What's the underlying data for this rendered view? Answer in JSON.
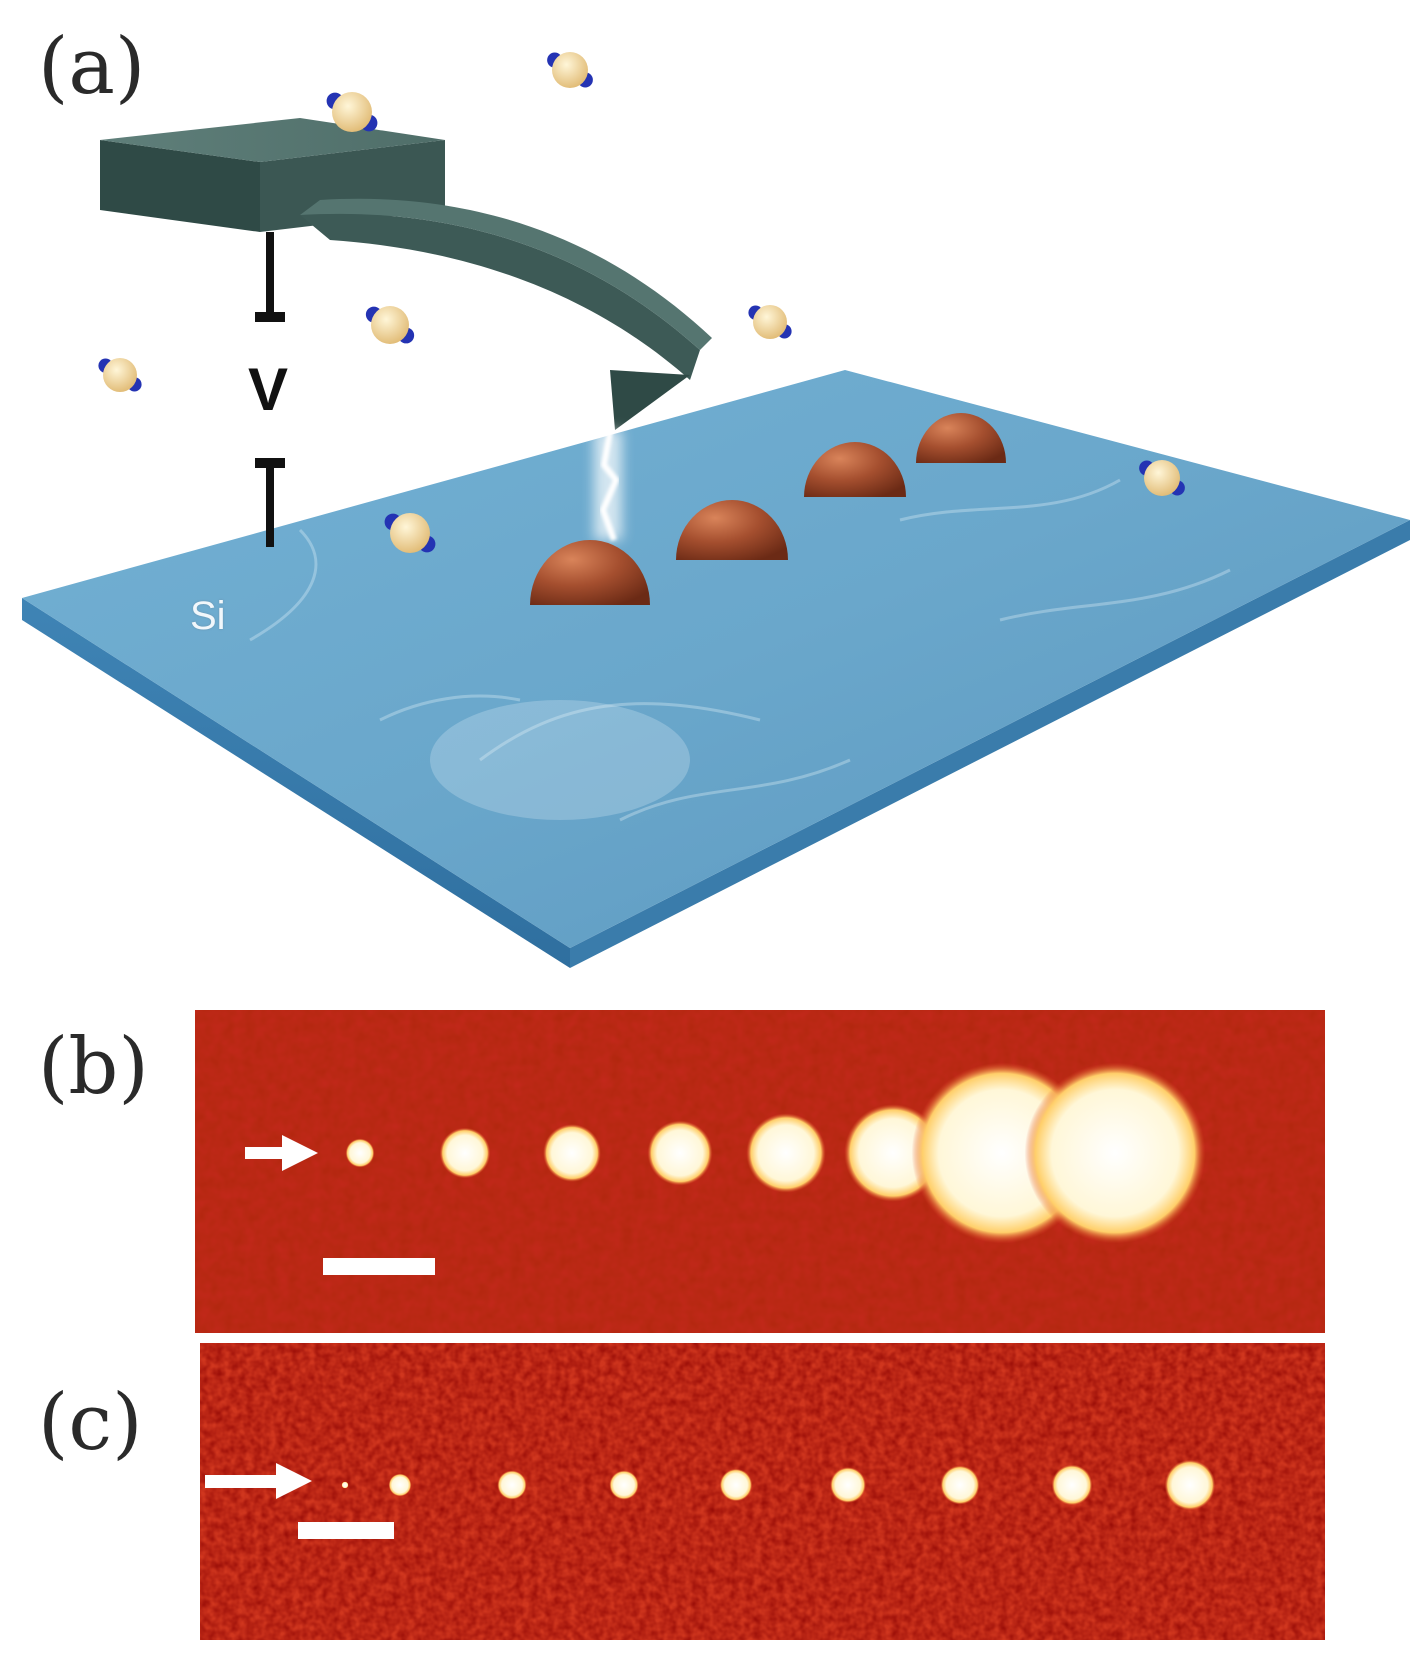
{
  "panels": {
    "a": {
      "label": "(a)"
    },
    "b": {
      "label": "(b)"
    },
    "c": {
      "label": "(c)"
    }
  },
  "diagram": {
    "substrate_label": "Si",
    "voltage_label": "V"
  },
  "dots_b": [
    0.08,
    0.14,
    0.16,
    0.18,
    0.22,
    0.27,
    0.5,
    0.5
  ],
  "dots_c": [
    0.12,
    0.14,
    0.18,
    0.18,
    0.2,
    0.22,
    0.24,
    0.25,
    0.31
  ],
  "colors": {
    "substrate": "#5a98c0",
    "cantilever": "#3f5c58",
    "dome": "#9a4a2c",
    "panel_bg": "#c4281c",
    "dot_glow": "#fff7d8",
    "molecule_core": "#f4dca0",
    "molecule_atom": "#2433b3"
  }
}
